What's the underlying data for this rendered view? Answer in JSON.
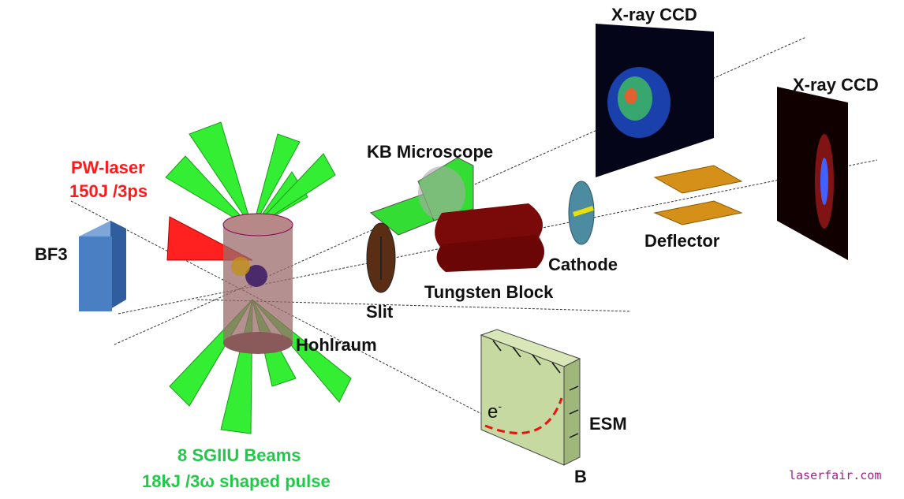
{
  "labels": {
    "xray_ccd_top": "X-ray CCD",
    "xray_ccd_right": "X-ray CCD",
    "kb_microscope": "KB Microscope",
    "pw_laser": "PW-laser",
    "pw_laser_spec": "150J /3ps",
    "bf3": "BF3",
    "deflector": "Deflector",
    "cathode": "Cathode",
    "tungsten_block": "Tungsten Block",
    "slit": "Slit",
    "hohlraum": "Hohlraum",
    "esm": "ESM",
    "electron": "e",
    "electron_sup": "-",
    "b_field": "B",
    "sg_beams": "8 SGIIU Beams",
    "sg_beams_spec": "18kJ /3ω shaped pulse"
  },
  "watermark": "laserfair.com",
  "colors": {
    "pw_laser": "#ff1a1a",
    "sg_beams": "#22c84a"
  }
}
